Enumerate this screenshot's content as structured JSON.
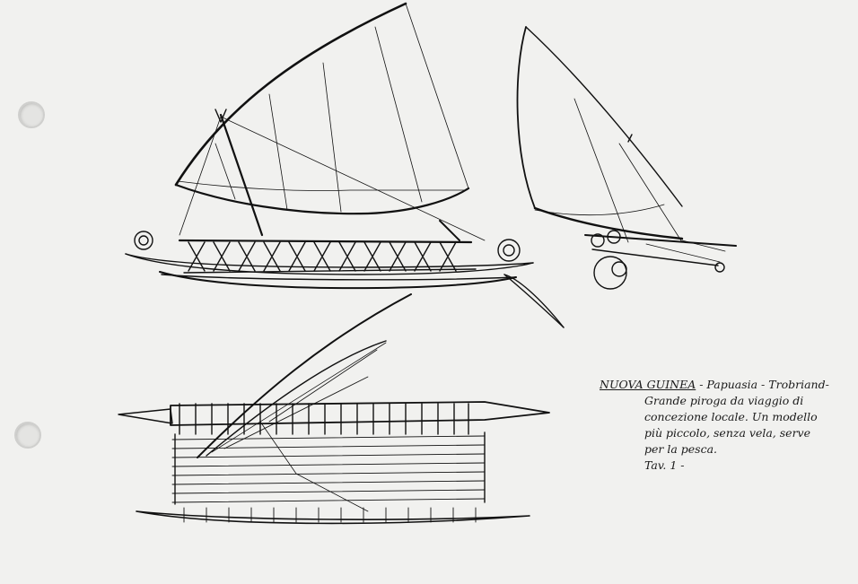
{
  "caption": {
    "title": "NUOVA GUINEA",
    "line1_rest": "- Papuasia - Trobriand-",
    "body": "Grande piroga da viaggio di concezione locale. Un modello più piccolo, senza vela, serve per la pesca.",
    "plate": "Tav. 1 -"
  },
  "colors": {
    "paper": "#f1f1ef",
    "ink": "#111111",
    "hole": "#e4e4e2"
  }
}
